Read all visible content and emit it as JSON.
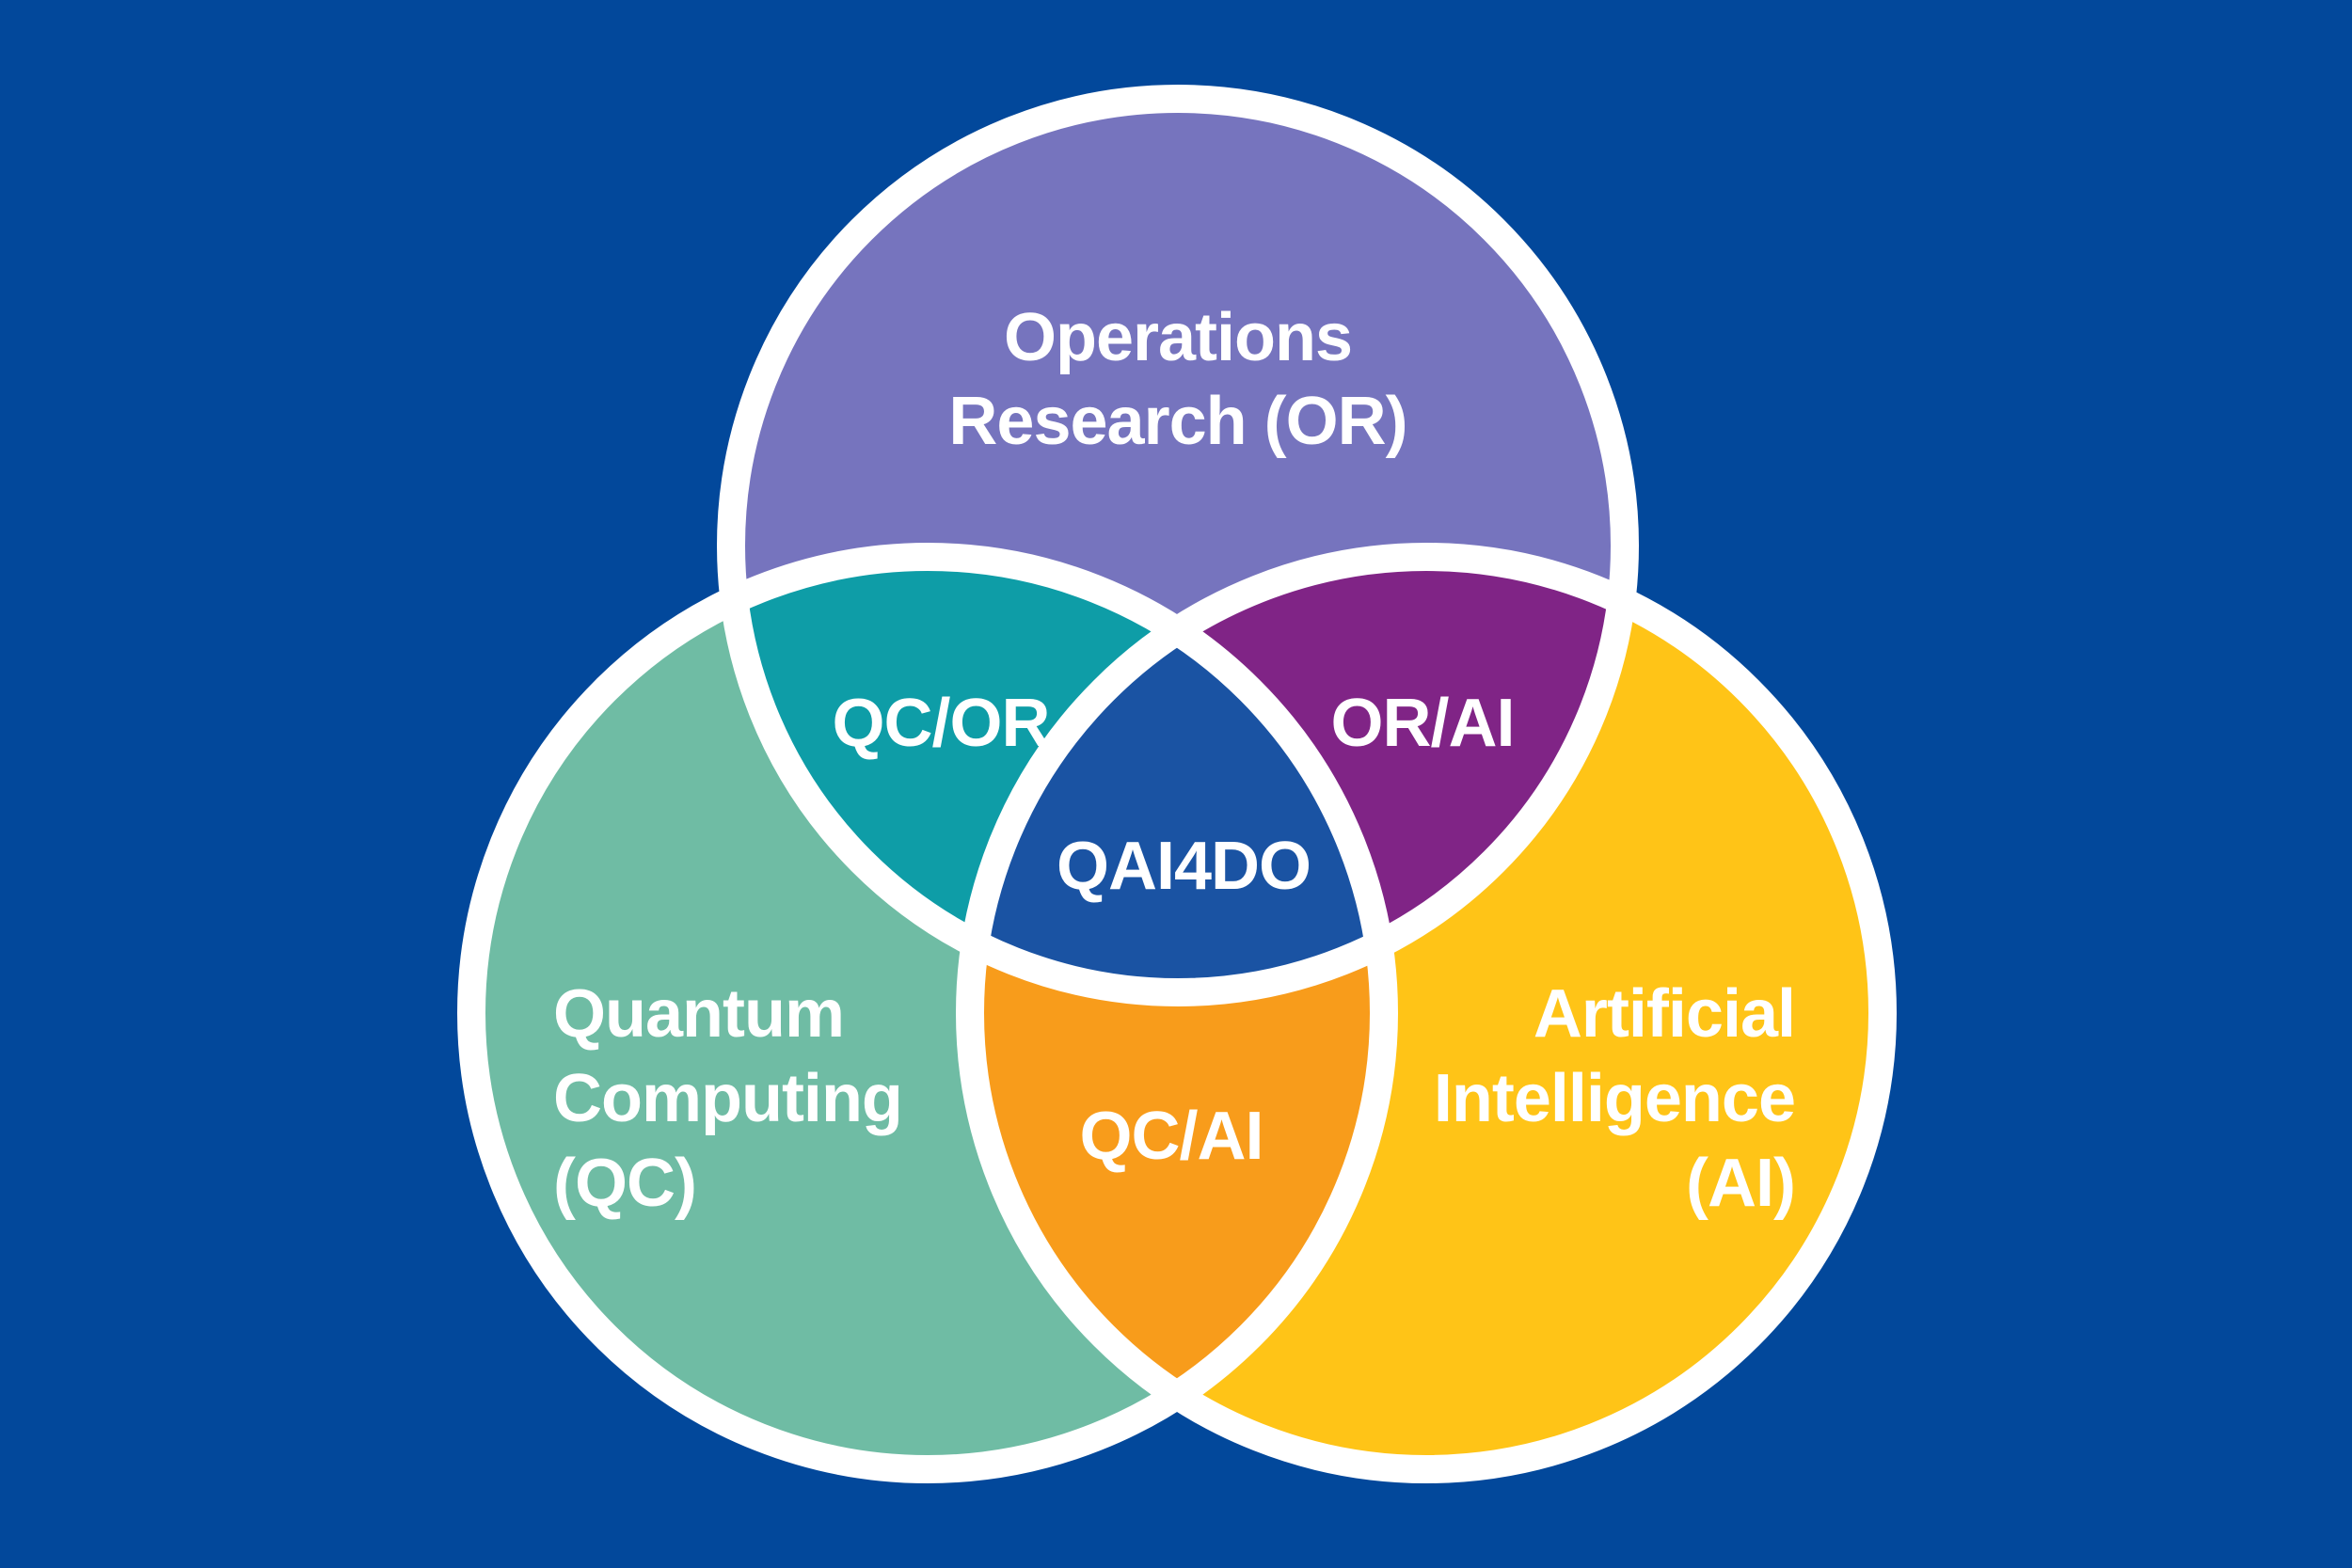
{
  "background_color": "#02489B",
  "diagram": {
    "outline_color": "#FFFFFF",
    "text_color": "#FFFFFF",
    "circles": {
      "or": {
        "label_line1": "Operations",
        "label_line2": "Research (OR)",
        "color": "#7674BE"
      },
      "qc": {
        "label_line1": "Quantum",
        "label_line2": "Computing",
        "label_line3": "(QC)",
        "color": "#6FBCA4"
      },
      "ai": {
        "label_line1": "Artificial",
        "label_line2": "Intelligence",
        "label_line3": "(AI)",
        "color": "#FFC417"
      }
    },
    "intersections": {
      "qc_or": {
        "label": "QC/OR",
        "color": "#0E9DA7"
      },
      "or_ai": {
        "label": "OR/AI",
        "color": "#802486"
      },
      "qc_ai": {
        "label": "QC/AI",
        "color": "#F89C1B"
      },
      "center": {
        "label": "QAI4DO",
        "color": "#1A53A3"
      }
    }
  }
}
